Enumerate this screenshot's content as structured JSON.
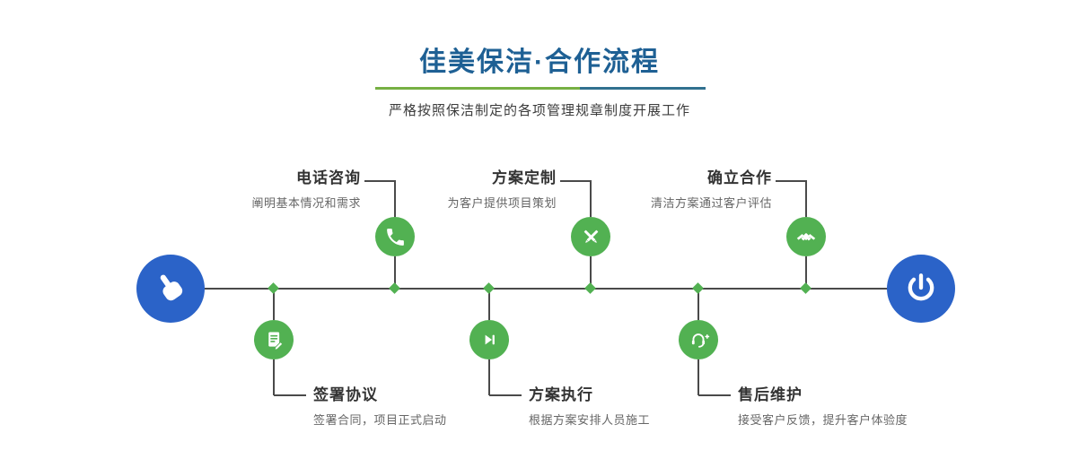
{
  "colors": {
    "accent_green": "#52b152",
    "accent_blue": "#2b63c8",
    "title_blue": "#1e6094",
    "divider_green": "#76b043",
    "divider_blue": "#31708f",
    "text_dark": "#333333",
    "text_gray": "#666666",
    "line_dark": "#4a4a4a"
  },
  "header": {
    "title": "佳美保洁·合作流程",
    "subtitle": "严格按照保洁制定的各项管理规章制度开展工作"
  },
  "timeline": {
    "start_icon": "hand-pointer",
    "end_icon": "power",
    "steps_top": [
      {
        "title": "电话咨询",
        "desc": "阐明基本情况和需求",
        "icon": "phone"
      },
      {
        "title": "方案定制",
        "desc": "为客户提供项目策划",
        "icon": "crossed-pencils"
      },
      {
        "title": "确立合作",
        "desc": "清洁方案通过客户评估",
        "icon": "handshake"
      }
    ],
    "steps_bottom": [
      {
        "title": "签署协议",
        "desc": "签署合同，项目正式启动",
        "icon": "contract-document"
      },
      {
        "title": "方案执行",
        "desc": "根据方案安排人员施工",
        "icon": "play-next"
      },
      {
        "title": "售后维护",
        "desc": "接受客户反馈，提升客户体验度",
        "icon": "headset-support"
      }
    ]
  }
}
